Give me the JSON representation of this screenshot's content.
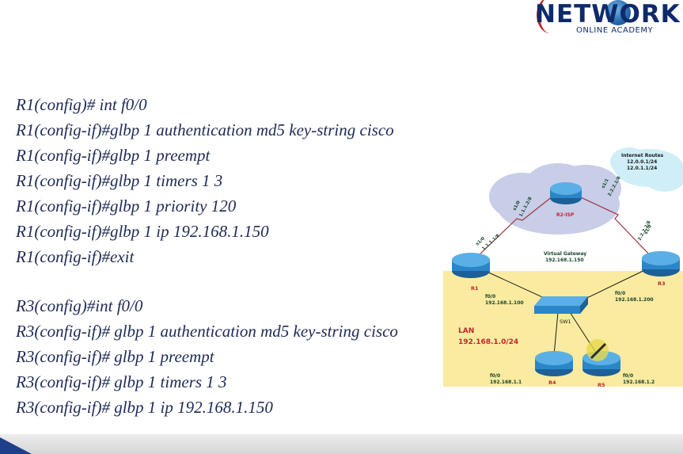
{
  "logo": {
    "title": "NETWORK",
    "subtitle": "ONLINE ACADEMY"
  },
  "r1_config": [
    "R1(config)# int f0/0",
    "R1(config-if)#glbp 1 authentication md5 key-string cisco",
    "R1(config-if)#glbp 1 preempt",
    "R1(config-if)#glbp 1 timers 1 3",
    "R1(config-if)#glbp 1 priority 120",
    "R1(config-if)#glbp 1 ip 192.168.1.150",
    "R1(config-if)#exit"
  ],
  "r3_config": [
    "R3(config)#int f0/0",
    "R3(config-if)# glbp 1 authentication md5 key-string cisco",
    "R3(config-if)# glbp 1 preempt",
    "R3(config-if)# glbp 1 timers 1 3",
    "R3(config-if)# glbp 1 ip 192.168.1.150"
  ],
  "diagram": {
    "internet_title": "Internet Routes",
    "internet_route_1": "12.0.0.1/24",
    "internet_route_2": "12.0.1.1/24",
    "isp_label": "R2-ISP",
    "r1_label": "R1",
    "r3_label": "R3",
    "r4_label": "R4",
    "r5_label": "R5",
    "sw_label": "SW1",
    "vgw_title": "Virtual Gateway",
    "vgw_ip": "192.168.1.150",
    "lan_title": "LAN",
    "lan_net": "192.168.1.0/24",
    "r1_f0": "f0/0",
    "r1_ip": "192.168.1.100",
    "r3_f0": "f0/0",
    "r3_ip": "192.168.1.200",
    "r4_f0": "f0/0",
    "r4_ip": "192.168.1.1",
    "r5_f0": "f0/0",
    "r5_ip": "192.168.1.2",
    "r1_s": "s1/0",
    "r1_s_ip": "1.1.1.1/8",
    "isp_s1": "s1/0",
    "isp_s1_ip": "1.1.1.2/8",
    "isp_s2": "s1/1",
    "isp_s2_ip": "2.2.2.1/8",
    "r3_s": "s1/0",
    "r3_s_ip": "2.2.2.2/8"
  },
  "colors": {
    "text": "#1d2a55",
    "lan_bg": "#fbeba0",
    "cloud": "#c8cde8",
    "internet_cloud": "#cfeef8",
    "router": "#2a86c8",
    "label_red": "#c0262a",
    "ip_green": "#17432a"
  }
}
